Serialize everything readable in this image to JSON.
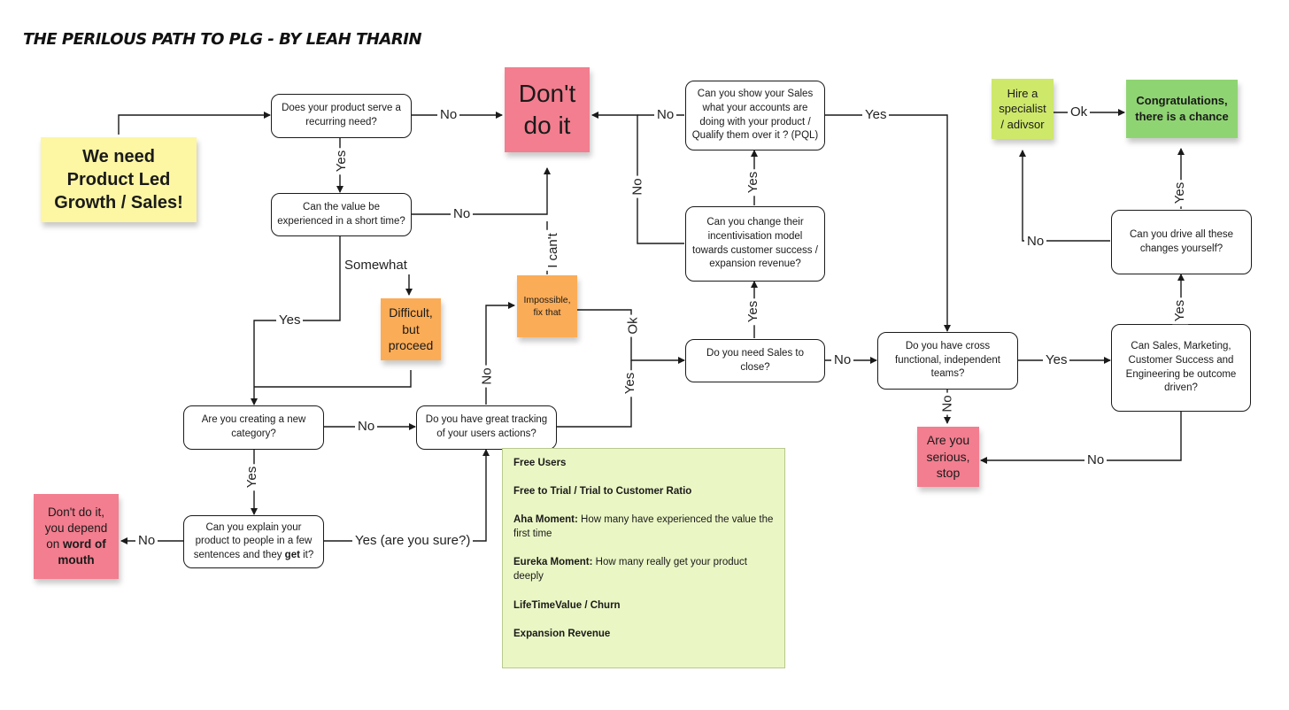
{
  "title": "THE PERILOUS PATH TO PLG - BY LEAH THARIN",
  "colors": {
    "yellow": "#fdf6a3",
    "pink": "#f27e8f",
    "orange": "#fbac57",
    "lime": "#cee86a",
    "green": "#8fd472",
    "note": "#eaf6c4"
  },
  "stickies": {
    "start_line1": "We need",
    "start_line2": "Product Led",
    "start_line3": "Growth / Sales!",
    "dont_line1": "Don't",
    "dont_line2": "do it",
    "difficult_line1": "Difficult,",
    "difficult_line2": "but",
    "difficult_line3": "proceed",
    "impossible_line1": "Impossible,",
    "impossible_line2": "fix that",
    "wom_line1": "Don't do it,",
    "wom_line2": "you depend",
    "wom_line3_pre": "on ",
    "wom_line3_bold": "word of",
    "wom_line4": "mouth",
    "serious_line1": "Are you",
    "serious_line2": "serious,",
    "serious_line3": "stop",
    "hire_line1": "Hire a",
    "hire_line2": "specialist",
    "hire_line3": "/ adivsor",
    "congrats_line1": "Congratulations,",
    "congrats_line2": "there is a chance"
  },
  "nodes": {
    "recurring": "Does your product serve a recurring need?",
    "short_time": "Can the value be experienced in a short time?",
    "new_category": "Are you creating a new category?",
    "explain_pre": "Can you explain your product to people in a few sentences and they ",
    "explain_bold": "get",
    "explain_post": " it?",
    "tracking": "Do you have great tracking of your users actions?",
    "sales_close": "Do you need Sales to close?",
    "incentive": "Can you change their incentivisation model towards customer success / expansion revenue?",
    "pql": "Can you show your Sales what your accounts are doing with your product / Qualify them over it ? (PQL)",
    "cross_functional": "Do you have cross functional, independent teams?",
    "outcome": "Can Sales, Marketing, Customer Success and Engineering be outcome driven?",
    "drive": "Can you drive all these changes yourself?"
  },
  "labels": {
    "no": "No",
    "yes": "Yes",
    "somewhat": "Somewhat",
    "ok": "Ok",
    "icant": "I can't",
    "yes_sure": "Yes (are you sure?)"
  },
  "note": [
    {
      "bold": "Free Users",
      "text": ""
    },
    {
      "bold": "Free to Trial / Trial to Customer Ratio",
      "text": ""
    },
    {
      "bold": "Aha Moment:",
      "text": " How many have experienced the value the first time"
    },
    {
      "bold": "Eureka Moment:",
      "text": " How many really get your product deeply"
    },
    {
      "bold": "LifeTimeValue / Churn",
      "text": ""
    },
    {
      "bold": "Expansion Revenue",
      "text": ""
    }
  ]
}
